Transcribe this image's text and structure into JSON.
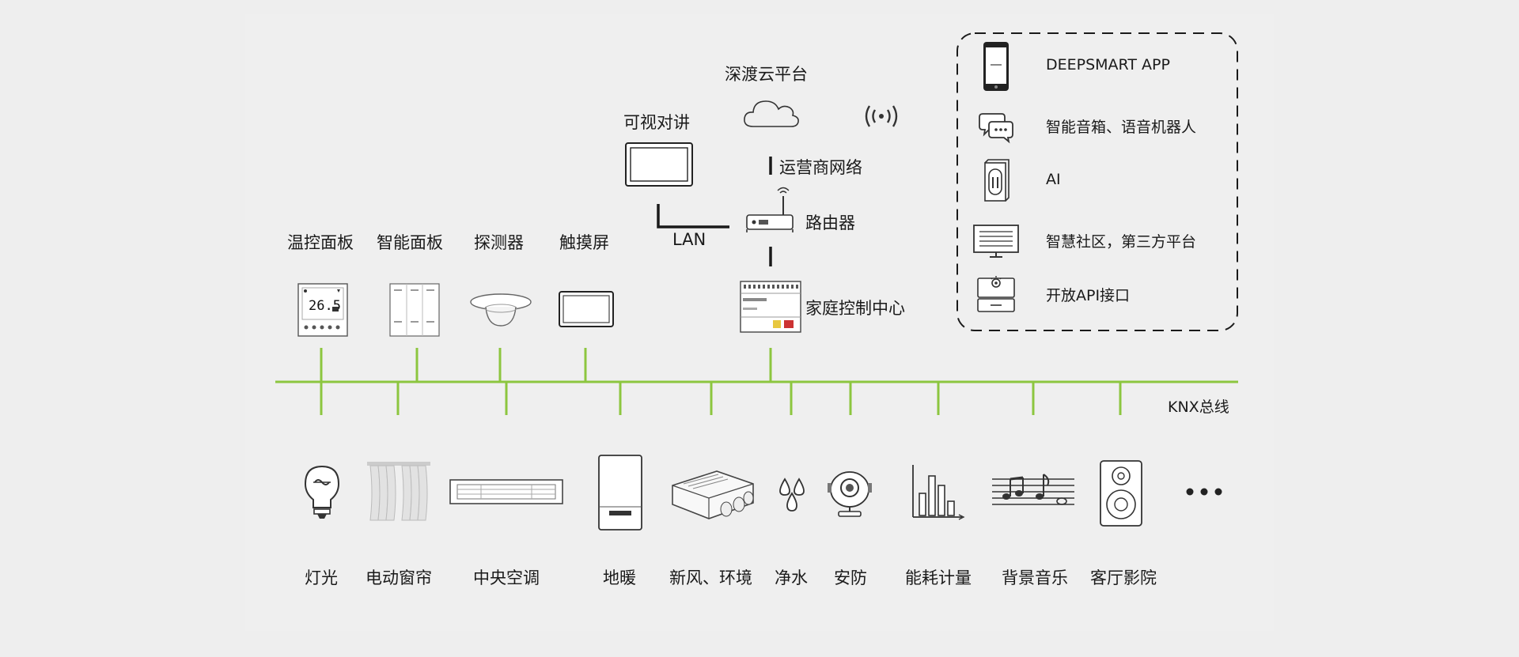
{
  "colors": {
    "bus": "#8cc63f",
    "line": "#222222",
    "icon": "#333333"
  },
  "cloud": {
    "title": "深渡云平台"
  },
  "intercom": {
    "title": "可视对讲"
  },
  "lan": {
    "label": "LAN"
  },
  "carrier": {
    "label": "运营商网络"
  },
  "router": {
    "label": "路由器"
  },
  "controller": {
    "label": "家庭控制中心"
  },
  "top_devices": [
    {
      "label": "温控面板",
      "icon": "thermostat-icon",
      "display": "26.5"
    },
    {
      "label": "智能面板",
      "icon": "smart-panel-icon"
    },
    {
      "label": "探测器",
      "icon": "detector-icon"
    },
    {
      "label": "触摸屏",
      "icon": "touchscreen-icon"
    }
  ],
  "bus": {
    "label": "KNX总线"
  },
  "bottom_devices": [
    {
      "label": "灯光",
      "icon": "bulb-icon"
    },
    {
      "label": "电动窗帘",
      "icon": "curtain-icon"
    },
    {
      "label": "中央空调",
      "icon": "ac-icon"
    },
    {
      "label": "地暖",
      "icon": "floor-heating-icon"
    },
    {
      "label": "新风、环境",
      "icon": "fresh-air-icon"
    },
    {
      "label": "净水",
      "icon": "water-drops-icon"
    },
    {
      "label": "安防",
      "icon": "camera-icon"
    },
    {
      "label": "能耗计量",
      "icon": "bar-chart-icon"
    },
    {
      "label": "背景音乐",
      "icon": "music-notes-icon"
    },
    {
      "label": "客厅影院",
      "icon": "speaker-icon"
    },
    {
      "label": "…",
      "icon": "ellipsis-icon"
    }
  ],
  "integrations": [
    {
      "label": "DEEPSMART APP",
      "icon": "phone-icon"
    },
    {
      "label": "智能音箱、语音机器人",
      "icon": "chat-bubbles-icon"
    },
    {
      "label": "AI",
      "icon": "ai-device-icon"
    },
    {
      "label": "智慧社区，第三方平台",
      "icon": "monitor-icon"
    },
    {
      "label": "开放API接口",
      "icon": "api-device-icon"
    }
  ]
}
